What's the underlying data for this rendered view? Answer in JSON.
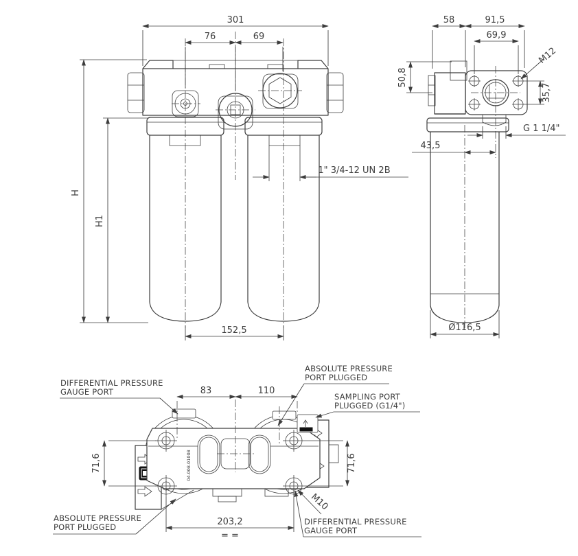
{
  "drawing": {
    "front_view": {
      "dim301": "301",
      "dim76": "76",
      "dim69": "69",
      "dimH": "H",
      "dimH1": "H1",
      "dim1525": "152,5",
      "thread": "1\" 3/4-12 UN 2B"
    },
    "side_view": {
      "dim58": "58",
      "dim915": "91,5",
      "dim699": "69,9",
      "m12": "M12",
      "dim508": "50,8",
      "dim357": "35,7",
      "g114": "G 1 1/4\"",
      "dim435": "43,5",
      "dia": "Ø116,5"
    },
    "top_view": {
      "dim83": "83",
      "dim110": "110",
      "dim716L": "71,6",
      "dim716R": "71,6",
      "dim2032": "203,2",
      "m10": "M10",
      "sym": "=   =",
      "part_number": "04.008.01008",
      "labels": {
        "diff_top_1": "DIFFERENTIAL PRESSURE",
        "diff_top_2": "GAUGE PORT",
        "abs_top_1": "ABSOLUTE PRESSURE",
        "abs_top_2": "PORT PLUGGED",
        "sampling_1": "SAMPLING PORT",
        "sampling_2": "PLUGGED (G1/4\")",
        "abs_bottom_1": "ABSOLUTE PRESSURE",
        "abs_bottom_2": "PORT PLUGGED",
        "diff_bottom_1": "DIFFERENTIAL PRESSURE",
        "diff_bottom_2": "GAUGE PORT"
      }
    },
    "icons": {
      "flow_arrow": "flow-direction-arrow",
      "logo": "manufacturer-logo",
      "bolt_symbol": "bolt-crosshair-icon"
    },
    "colors": {
      "line": "#3d3d3d",
      "background": "#ffffff",
      "logo_fill": "#111111"
    }
  }
}
